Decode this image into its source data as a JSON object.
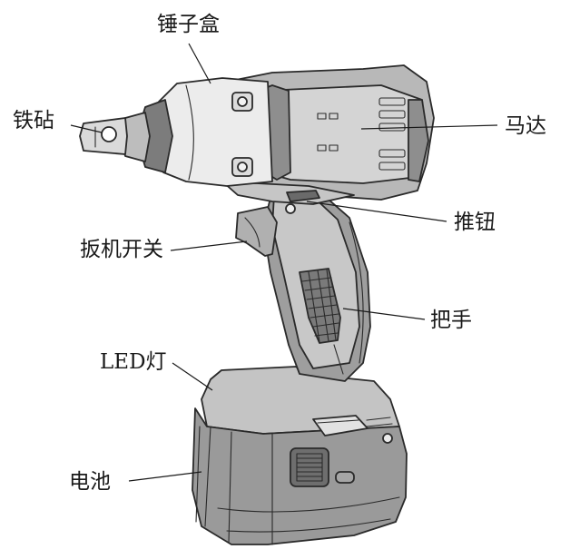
{
  "labels": {
    "hammer_case": "锤子盒",
    "anvil": "铁砧",
    "motor": "马达",
    "push_button": "推钮",
    "trigger_switch": "扳机开关",
    "handle": "把手",
    "led_light": "LED灯",
    "battery": "电池"
  },
  "colors": {
    "body_dark": "#8a8a8a",
    "body_mid": "#b4b4b4",
    "body_light": "#d2d2d2",
    "metal_light": "#e6e6e6",
    "outline": "#2a2a2a"
  }
}
